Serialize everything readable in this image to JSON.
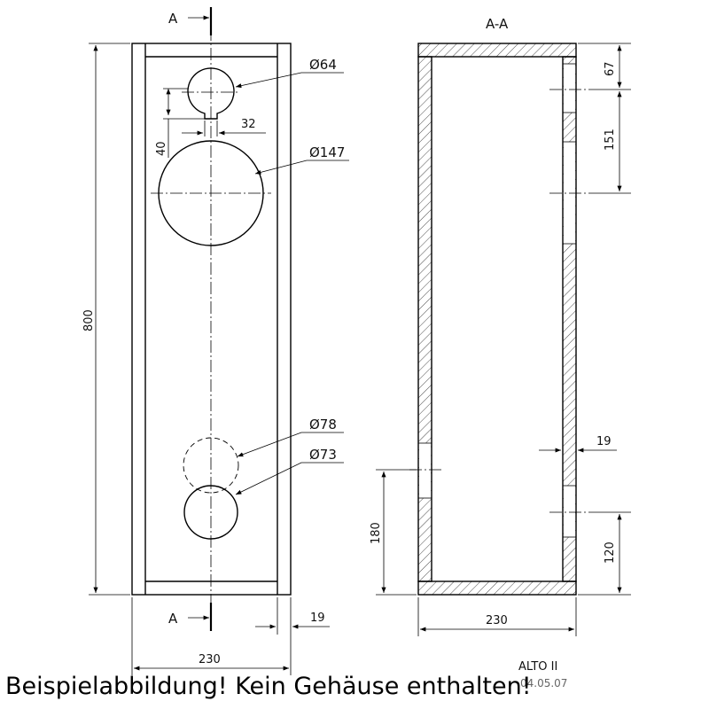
{
  "front_view": {
    "section_mark": "A",
    "dims": {
      "tweeter_dia": "Ø64",
      "woofer_dia": "Ø147",
      "port_outer_dia": "Ø78",
      "port_inner_dia": "Ø73",
      "height": "800",
      "width": "230",
      "wall": "19",
      "tweeter_offset_vertical": "40",
      "tweeter_offset_horizontal": "32"
    }
  },
  "section_view": {
    "title": "A-A",
    "dims": {
      "top_brace": "67",
      "driver_zone": "151",
      "wall": "19",
      "port_height": "180",
      "bottom_brace": "120",
      "width": "230"
    }
  },
  "title_block": {
    "name": "ALTO II",
    "date": "04.05.07"
  },
  "caption": "Beispielabbildung! Kein Gehäuse enthalten!"
}
